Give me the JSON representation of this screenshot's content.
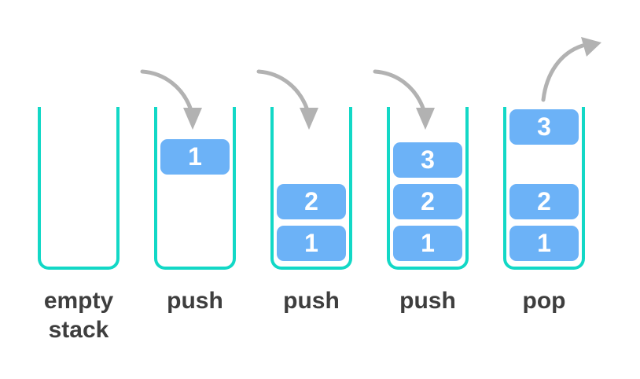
{
  "colors": {
    "background": "#ffffff",
    "container_stroke": "#12d8c6",
    "box_fill": "#6cb2f7",
    "box_text": "#ffffff",
    "arrow": "#b2b2b2",
    "label_text": "#3e3e3e"
  },
  "stacks": [
    {
      "id": "empty-stack",
      "label_lines": [
        "empty",
        "stack"
      ],
      "items": [],
      "arrow": null
    },
    {
      "id": "push-1",
      "label_lines": [
        "push"
      ],
      "items": [],
      "floating_item": "1",
      "arrow": "push"
    },
    {
      "id": "push-2",
      "label_lines": [
        "push"
      ],
      "items": [
        "1",
        "2"
      ],
      "arrow": "push"
    },
    {
      "id": "push-3",
      "label_lines": [
        "push"
      ],
      "items": [
        "1",
        "2",
        "3"
      ],
      "arrow": "push"
    },
    {
      "id": "pop",
      "label_lines": [
        "pop"
      ],
      "items": [
        "1",
        "2"
      ],
      "popped_item": "3",
      "arrow": "pop"
    }
  ]
}
